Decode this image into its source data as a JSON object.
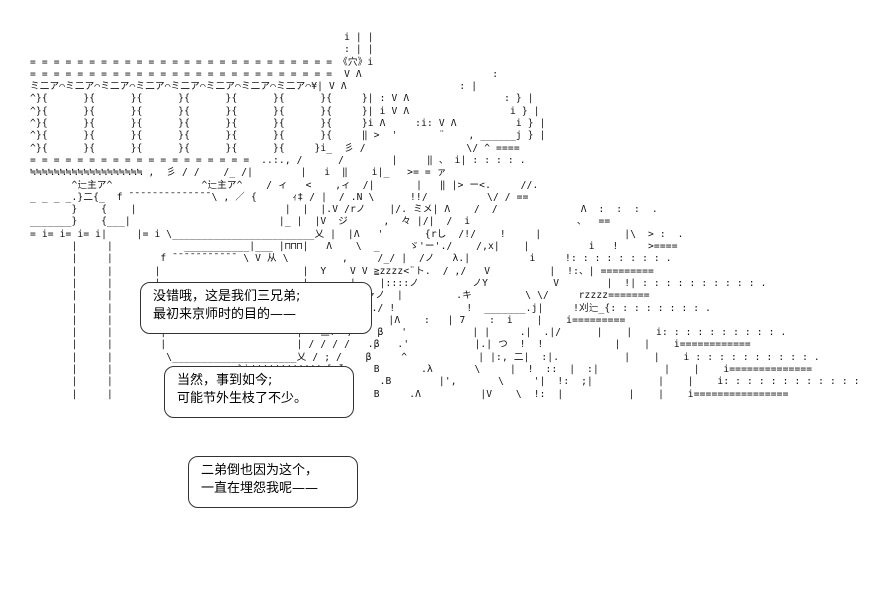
{
  "ascii_art": {
    "lines": [
      "                                                     i | |",
      "                                                     : | |",
      "= = = = = = = = = = = = = = = = = = = = = = = = = = 《穴》i",
      "= = = = = = = = = = = = = = = = = = = = = = = = = =  V Λ                      :",
      "ミ二ア⌒ミ二ア⌒ミ二ア⌒ミ二ア⌒ミ二ア⌒ミ二ア⌒ミ二ア⌒ミ二ア⌒¥| V Λ                   : |",
      "^}{      }{      }{      }{      }{      }{      }{     }| : V Λ                : } |",
      "^}{      }{      }{      }{      }{      }{      }{     }| i V Λ                 i } |",
      "^}{      }{      }{      }{      }{      }{      }{     }i Λ     :i: V Λ          i } |",
      "^}{      }{      }{      }{      }{      }{      }{     ‖ >  '       ¨    , ______j } |",
      "^}{      }{      }{      }{      }{      }{     }i_  彡 /                 \\/ ^ ====",
      "= = = = = = = = = = = = = = = = = = =  ..:., /      /        |     ‖ 、 i| : : : : .",
      "≒≒≒≒≒≒≒≒≒≒≒≒≒≒≒≒≒≒≒ ,  彡 / /    /_ /|        |   i  ‖    i|_   >= = ァ",
      "       ^辷主ア^               ^辷主ア^    / ィ   <    ,ィ  /|       |   ‖ |> ー<.     //.",
      "_ _ _ _.}二{_  f ̄ ̄ ̄ ̄ ̄ ̄ ̄ ̄ ̄ ̄ ̄ ̄ ̄ ̄ \\ , ／ {      ｨ‡ / |  / .N \\      !!/          \\/ / ==",
      "       }    {    |                         |  |  |.V /rノ    |/. ミメ| Λ    /  /              Λ  :  :  :  .",
      "_______}    {___|                         |_ |  |V  ジ      ,  々 |/|  /  i                  、  ==",
      "= i= i= i= i|     |= i \\________________________乂 |  |Λ   '       {rし  /!/    !     |              |\\  > :  .",
      "       |     |            ___________|___ |⊓⊓⊓|   Λ    \\  _     ゞ'ー'./    /,x|    |          i   !     >====",
      "       |     |        f ̄ ̄ ̄ ̄ ̄ ̄ ̄ ̄ ̄ ̄ ̄  \\ V 从 \\         ,     /_/ |  /ノ   λ.|          i     !: : : : : : : : .",
      "       |     |       |                        |  Y    V V ≧zzzz<¨ト.  / ,/   V          |  !:、| =========",
      "       |     |       |                        |       |    |::::ノ         ノY           V        |  !| : : : : : : : : : : .",
      "       |     |        \\______________________乂      |  |ャノ  |         .キ         \\ \\/     rzzzz=======",
      "       |     |            ___________|___|           |//リ./ !            !  _______.j|     !刈辷_{: : : : : : : : .",
      "       |     |         f ̄ ̄ ̄ ̄ ̄ ̄ ̄ ̄ ̄ ̄ ̄  \\_____.|二,ｲ |          |Λ    :   | 7    :  i    |    i=========",
      "       |     |        |                      |   竺r' /    β   '           | |     .|  .|/      |    |    i: : : : : : : : : : .",
      "       |     |        |                      | / / / /   .β   .'           |.| つ  !  !            |    |    i============",
      "       |     |         \\_____________________乂 / ; /    β     ^            | |:, 二|  :|.           |    |    i : : : : : : : : : : .",
      "       |     |                     }i//////////// [ ̄{     B       .λ       \\     |  !  ::  |  :|           |    |    i==============",
      "       |     |                     }i///////////  ',       .B        |',       \\     '|  !:  ;|           |    |    i: : : : : : : : : : : : : .",
      "       |     |                     }i/////////// ',       B     .Λ          |V    \\  !:  |           |    |    i================"
    ]
  },
  "bubbles": [
    {
      "lines": [
        "没错哦，这是我们三兄弟;",
        "最初来京师时的目的——"
      ]
    },
    {
      "lines": [
        "当然，事到如今;",
        "可能节外生枝了不少。"
      ]
    },
    {
      "lines": [
        "二弟倒也因为这个，",
        "一直在埋怨我呢——"
      ]
    }
  ]
}
